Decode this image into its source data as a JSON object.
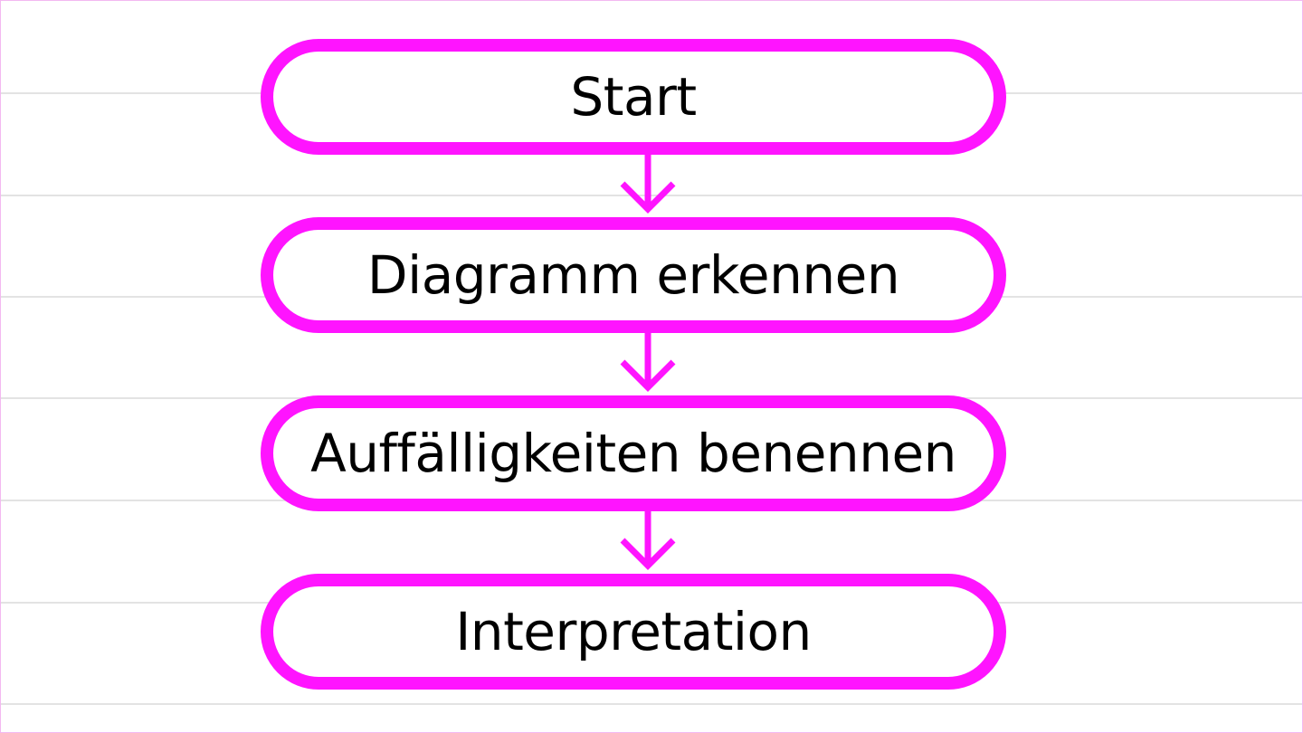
{
  "colors": {
    "accent": "#ff14ff",
    "text": "#000000",
    "rule": "#e3e3e3",
    "background": "#ffffff"
  },
  "flowchart": {
    "steps": [
      {
        "label": "Start"
      },
      {
        "label": "Diagramm erkennen"
      },
      {
        "label": "Auffälligkeiten benennen"
      },
      {
        "label": "Interpretation"
      }
    ],
    "connector_icon": "arrow-down-icon"
  }
}
